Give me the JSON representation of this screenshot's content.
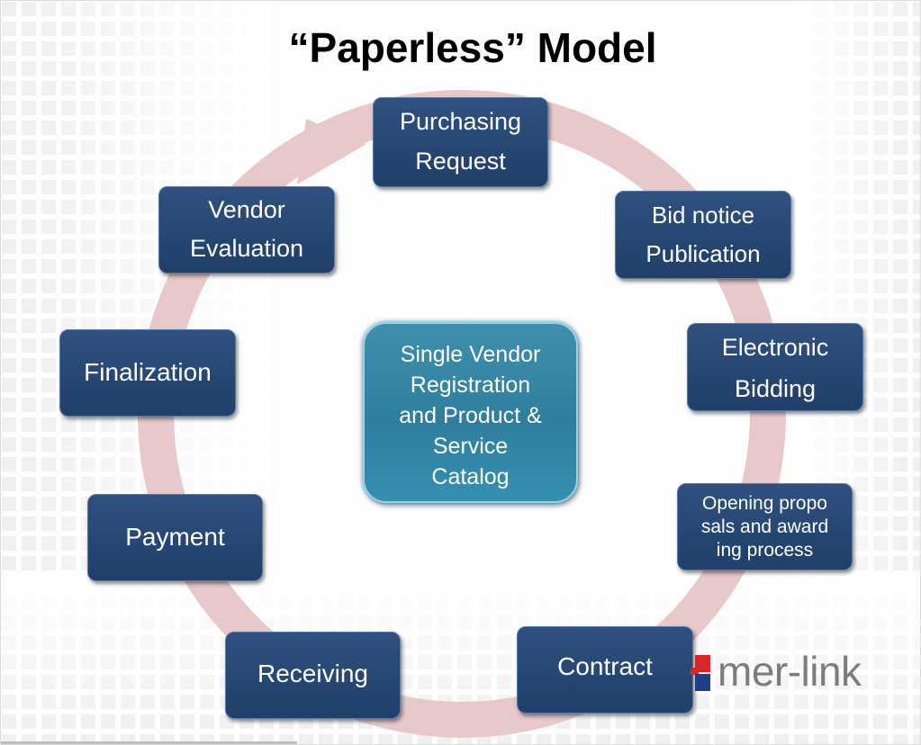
{
  "slide": {
    "title": "“Paperless” Model",
    "center_label": "Single Vendor\nRegistration\nand Product &\nService\nCatalog",
    "logo_text": "mer-link"
  },
  "nodes": [
    {
      "key": "purchasing-request",
      "label": "Purchasing\nRequest"
    },
    {
      "key": "bid-notice-publication",
      "label": "Bid notice\nPublication"
    },
    {
      "key": "electronic-bidding",
      "label": "Electronic\nBidding"
    },
    {
      "key": "opening-proposals",
      "label": "Opening propo\nsals and award\ning process"
    },
    {
      "key": "contract",
      "label": "Contract"
    },
    {
      "key": "receiving",
      "label": "Receiving"
    },
    {
      "key": "payment",
      "label": "Payment"
    },
    {
      "key": "finalization",
      "label": "Finalization"
    },
    {
      "key": "vendor-evaluation",
      "label": "Vendor\nEvaluation"
    }
  ],
  "colors": {
    "node_fill": "#284a78",
    "center_fill": "#3587a6",
    "cycle_arrow": "#e7c8cb",
    "title": "#000000",
    "logo_red": "#d92629",
    "logo_blue": "#1f3f85",
    "logo_text": "#7d7d7d"
  }
}
